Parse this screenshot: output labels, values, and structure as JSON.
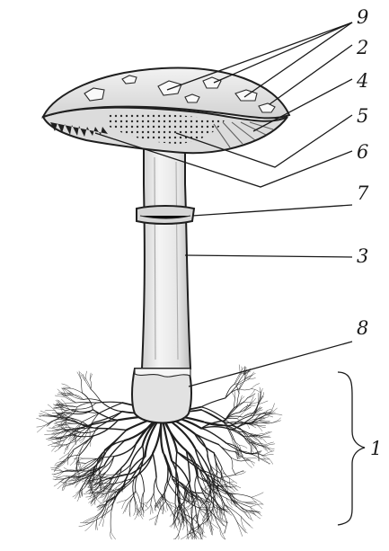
{
  "figure": {
    "labels": [
      {
        "id": "1",
        "text": "1"
      },
      {
        "id": "2",
        "text": "2"
      },
      {
        "id": "3",
        "text": "3"
      },
      {
        "id": "4",
        "text": "4"
      },
      {
        "id": "5",
        "text": "5"
      },
      {
        "id": "6",
        "text": "6"
      },
      {
        "id": "7",
        "text": "7"
      },
      {
        "id": "8",
        "text": "8"
      },
      {
        "id": "9",
        "text": "9"
      }
    ]
  },
  "colors": {
    "ink": "#1a1a1a",
    "cap": "#e4e4e4",
    "stem": "#ececec",
    "paper": "#ffffff"
  }
}
